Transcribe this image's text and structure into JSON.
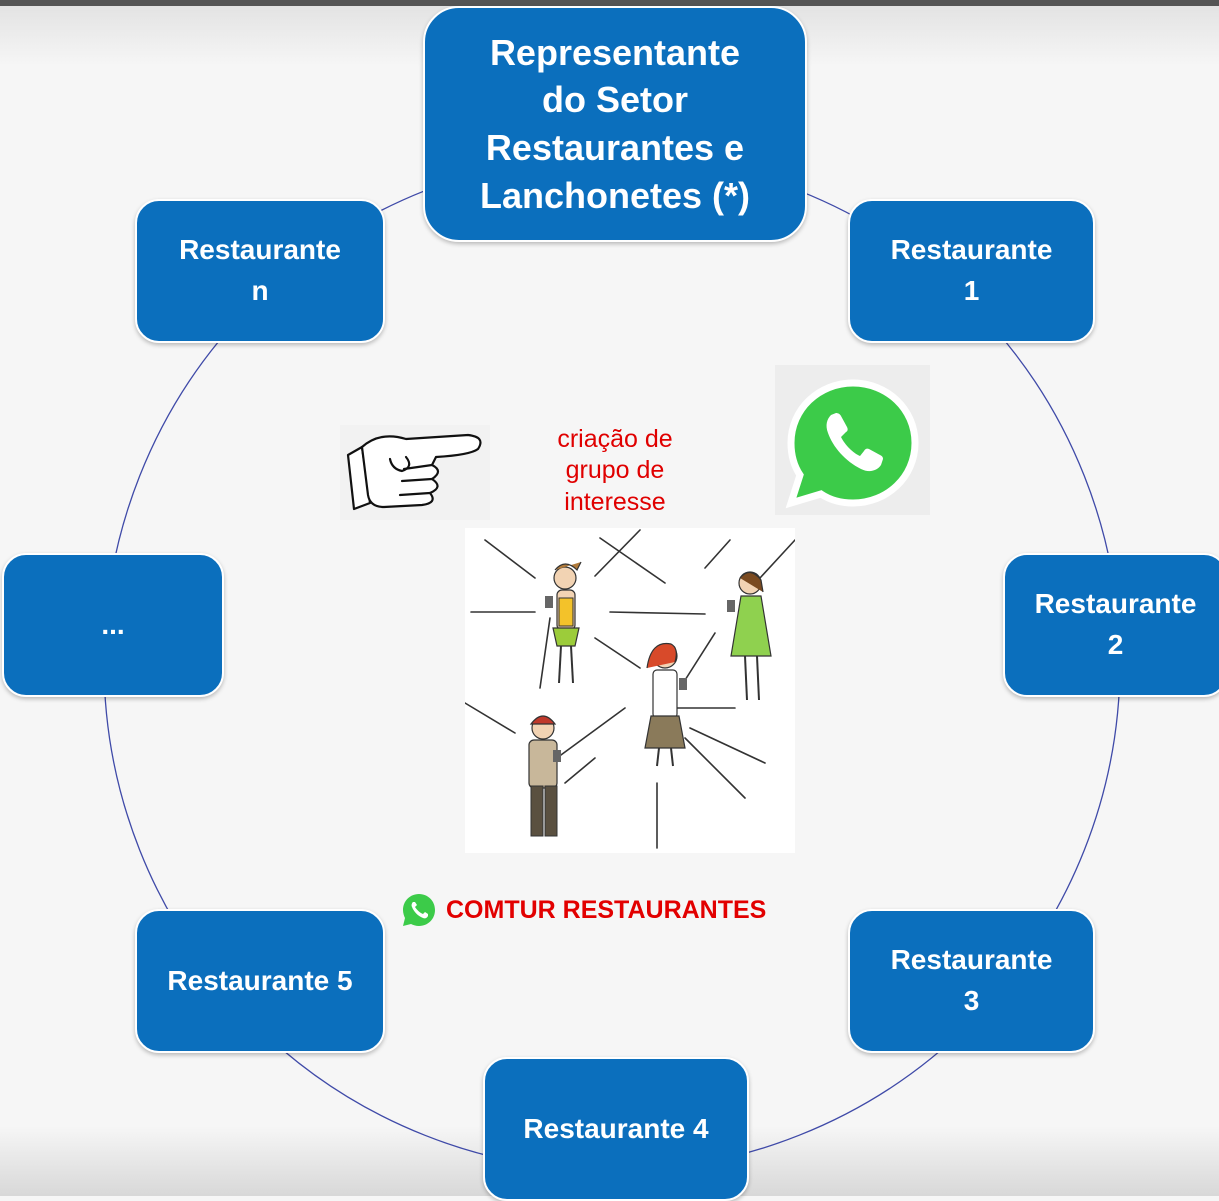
{
  "diagram": {
    "center": {
      "label": "Representante\ndo Setor\nRestaurantes e\nLanchonetes (*)"
    },
    "nodes": [
      {
        "id": "restaurante-1",
        "label": "Restaurante\n1"
      },
      {
        "id": "restaurante-2",
        "label": "Restaurante\n2"
      },
      {
        "id": "restaurante-3",
        "label": "Restaurante\n3"
      },
      {
        "id": "restaurante-4",
        "label": "Restaurante 4"
      },
      {
        "id": "restaurante-5",
        "label": "Restaurante 5"
      },
      {
        "id": "ellipsis",
        "label": "..."
      },
      {
        "id": "restaurante-n",
        "label": "Restaurante\nn"
      }
    ],
    "caption": "criação de\ngrupo de\ninteresse",
    "group_label": "COMTUR RESTAURANTES"
  },
  "colors": {
    "node_fill": "#0b6fbd",
    "ring_line": "#3f4aa8",
    "caption_text": "#e00000",
    "whatsapp_green": "#3ccb49"
  },
  "icons": [
    "pointing-hand-icon",
    "whatsapp-icon",
    "people-with-phones-illustration"
  ]
}
